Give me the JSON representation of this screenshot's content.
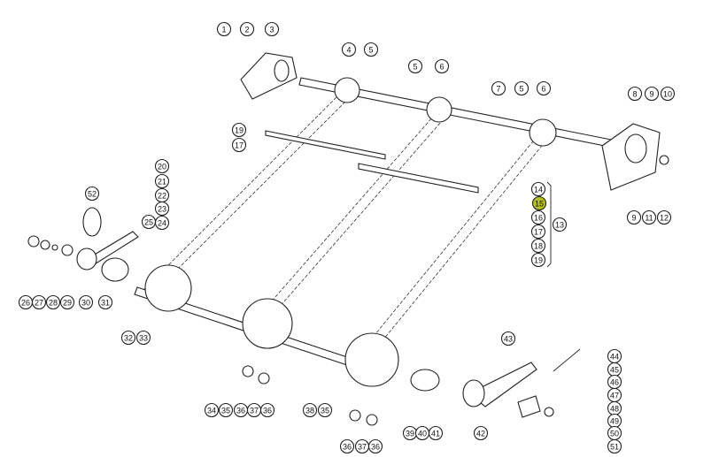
{
  "diagram": {
    "highlight_color": "#b5c21a",
    "callouts": [
      "1",
      "2",
      "3",
      "4",
      "5",
      "5",
      "6",
      "7",
      "5",
      "6",
      "8",
      "9",
      "10",
      "9",
      "11",
      "12",
      "14",
      "15",
      "16",
      "17",
      "18",
      "19",
      "13",
      "19",
      "17",
      "20",
      "21",
      "22",
      "23",
      "24",
      "25",
      "52",
      "26",
      "27",
      "28",
      "29",
      "30",
      "31",
      "32",
      "33",
      "34",
      "35",
      "36",
      "37",
      "36",
      "38",
      "35",
      "36",
      "37",
      "36",
      "39",
      "40",
      "41",
      "42",
      "43",
      "44",
      "45",
      "46",
      "47",
      "48",
      "49",
      "50",
      "51"
    ],
    "highlighted": "15"
  }
}
